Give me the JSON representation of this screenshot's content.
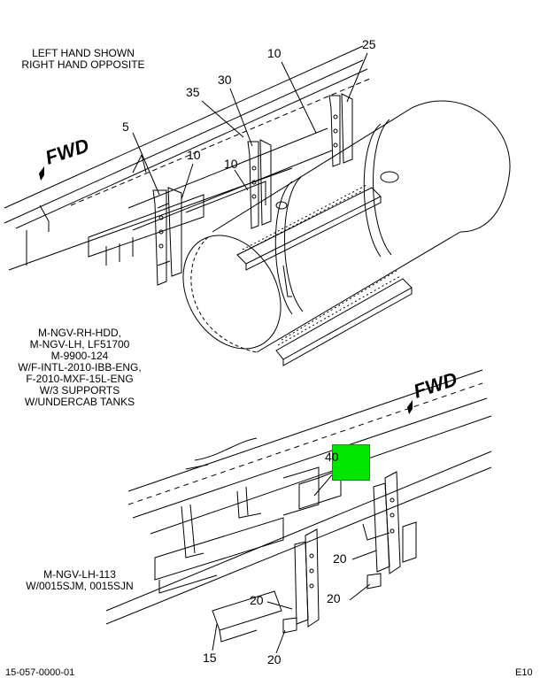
{
  "notes": {
    "top_left": [
      "LEFT HAND SHOWN",
      "RIGHT HAND OPPOSITE"
    ],
    "middle": [
      "M-NGV-RH-HDD,",
      "M-NGV-LH, LF51700",
      "M-9900-124",
      "W/F-INTL-2010-IBB-ENG,",
      "F-2010-MXF-15L-ENG",
      "W/3 SUPPORTS",
      "W/UNDERCAB TANKS"
    ],
    "bottom": [
      "M-NGV-LH-113",
      "W/0015SJM, 0015SJN"
    ]
  },
  "direction_labels": {
    "upper": "FWD",
    "lower": "FWD"
  },
  "callouts": {
    "upper": {
      "c25": "25",
      "c10a": "10",
      "c35": "35",
      "c30": "30",
      "c5": "5",
      "c10b": "10",
      "c10c": "10"
    },
    "lower": {
      "c40": "40",
      "c20a": "20",
      "c20b": "20",
      "c20c": "20",
      "c15": "15",
      "c20d": "20"
    }
  },
  "footer": {
    "left": "15-057-0000-01",
    "right": "E10"
  },
  "colors": {
    "line": "#000000",
    "highlight": "#00e600"
  }
}
